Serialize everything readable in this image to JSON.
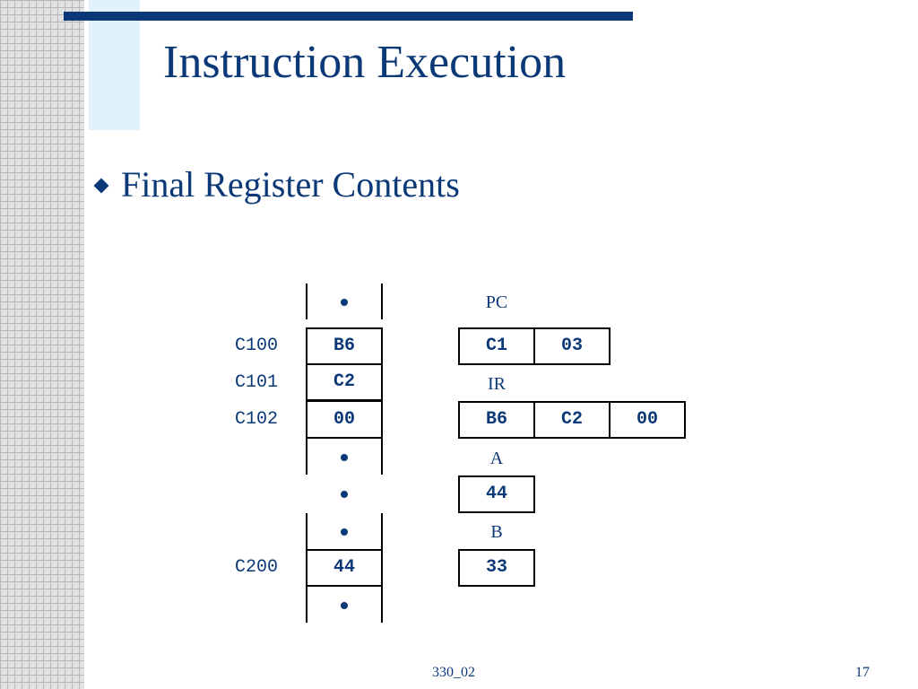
{
  "slide": {
    "title": "Instruction Execution",
    "bullet": "Final Register Contents",
    "footer_center": "330_02",
    "page_number": "17"
  },
  "memory": {
    "rows": [
      {
        "address": "",
        "value": "",
        "ellipsis": true
      },
      {
        "address": "C100",
        "value": "B6",
        "ellipsis": false
      },
      {
        "address": "C101",
        "value": "C2",
        "ellipsis": false
      },
      {
        "address": "C102",
        "value": "00",
        "ellipsis": false
      },
      {
        "address": "",
        "value": "",
        "ellipsis": true
      },
      {
        "address": "",
        "value": "",
        "ellipsis": true
      },
      {
        "address": "",
        "value": "",
        "ellipsis": true
      },
      {
        "address": "C200",
        "value": "44",
        "ellipsis": false
      },
      {
        "address": "",
        "value": "",
        "ellipsis": true
      }
    ]
  },
  "registers": [
    {
      "name": "PC",
      "cells": [
        "C1",
        "03"
      ]
    },
    {
      "name": "IR",
      "cells": [
        "B6",
        "C2",
        "00"
      ]
    },
    {
      "name": "A",
      "cells": [
        "44"
      ]
    },
    {
      "name": "B",
      "cells": [
        "33"
      ]
    }
  ],
  "colors": {
    "primary": "#0b3977",
    "accent_block": "#e1f2fd",
    "grid_strip": "#e2e2e2"
  }
}
